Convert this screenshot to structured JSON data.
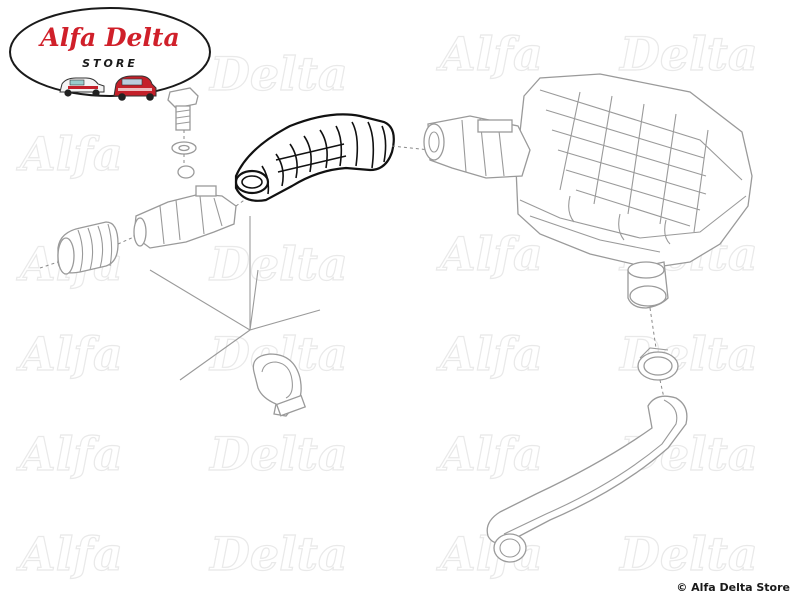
{
  "brand": {
    "name": "Alfa Delta",
    "subtitle": "STORE",
    "accent_color": "#d0202a"
  },
  "watermark": {
    "word_left": "Alfa",
    "word_right": "Delta"
  },
  "copyright": "© Alfa Delta Store",
  "diagram": {
    "highlighted_part": "intake-hose",
    "parts": [
      "bolt",
      "washer",
      "rubber-seal",
      "intake-throttle-fitting",
      "intake-hose",
      "hose-clamp",
      "air-filter-housing",
      "housing-outlet-sleeve",
      "hose-ring",
      "lower-bent-pipe"
    ]
  }
}
